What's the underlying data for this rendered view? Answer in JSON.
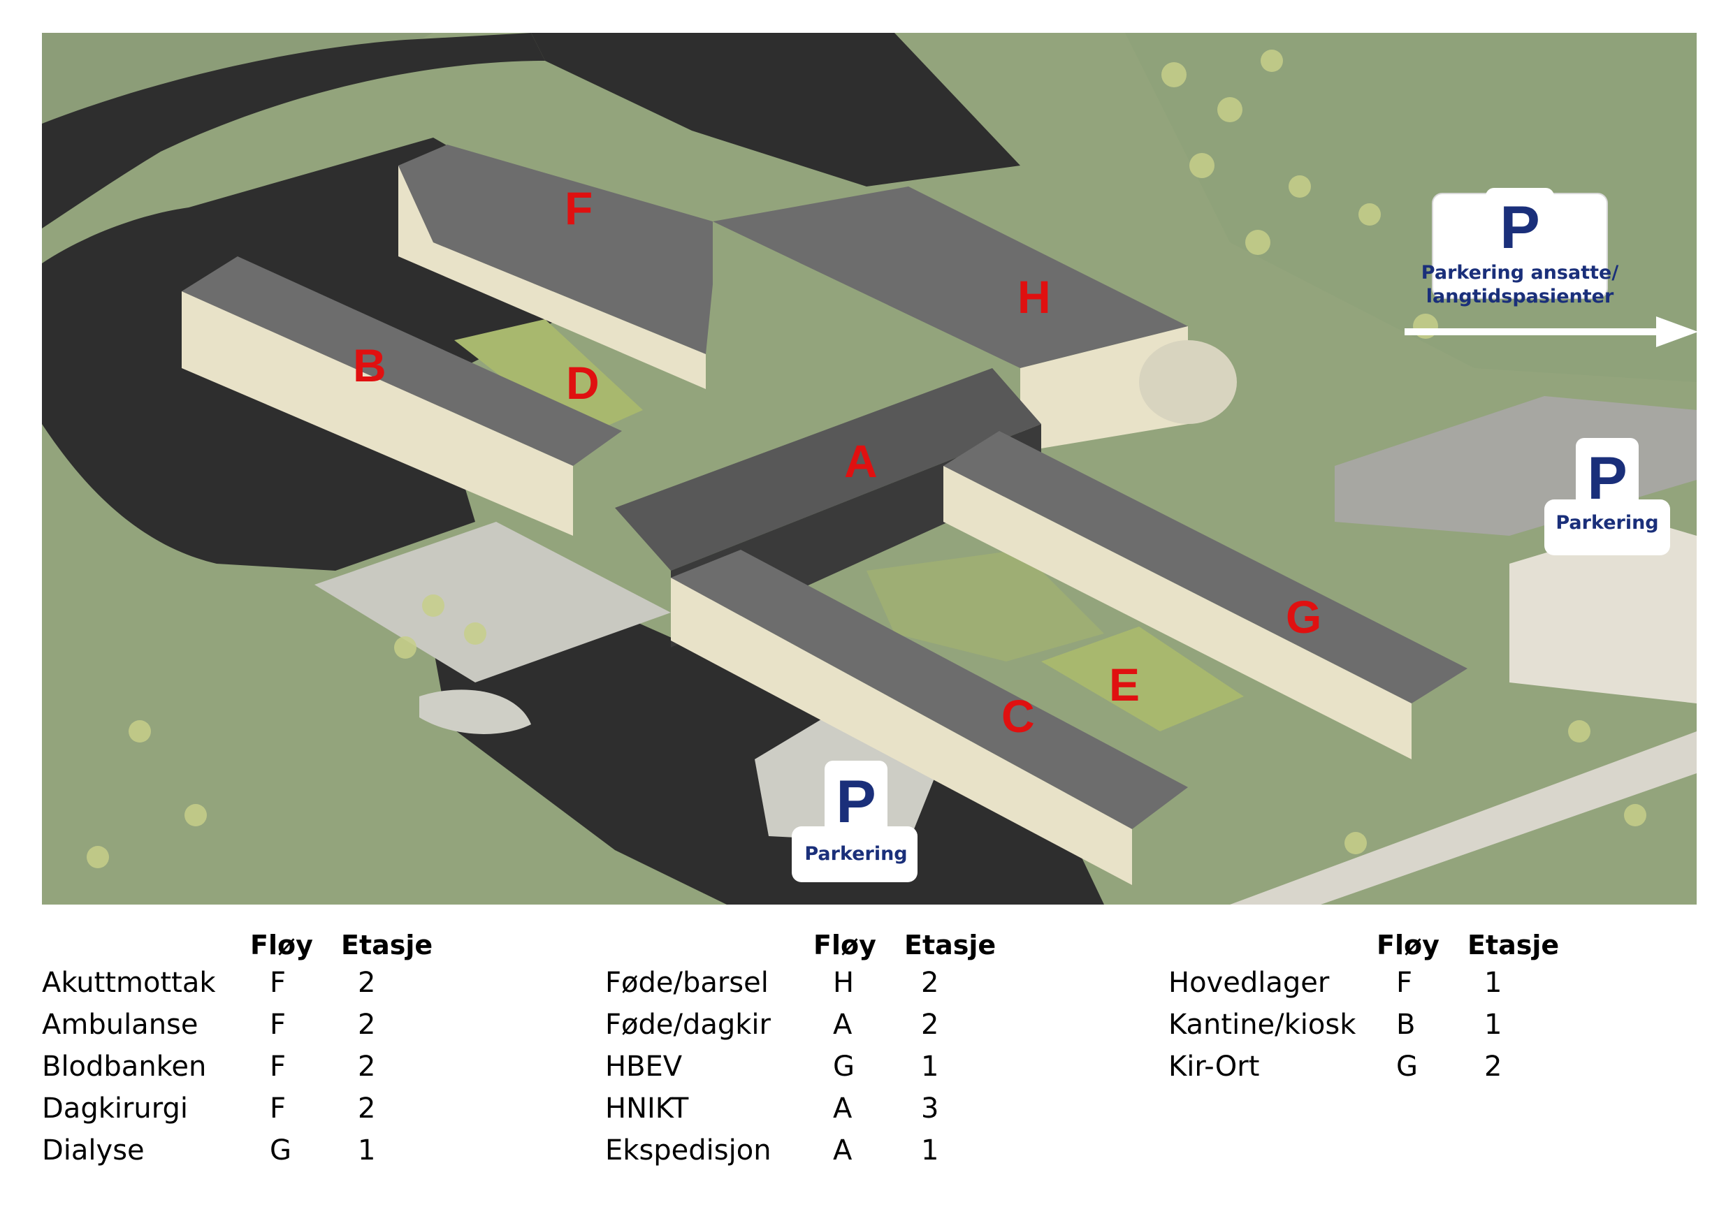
{
  "map": {
    "wings": [
      {
        "id": "F",
        "label": "F"
      },
      {
        "id": "H",
        "label": "H"
      },
      {
        "id": "B",
        "label": "B"
      },
      {
        "id": "D",
        "label": "D"
      },
      {
        "id": "A",
        "label": "A"
      },
      {
        "id": "G",
        "label": "G"
      },
      {
        "id": "E",
        "label": "E"
      },
      {
        "id": "C",
        "label": "C"
      }
    ],
    "parking_signs": [
      {
        "id": "staff",
        "symbol": "P",
        "line1": "Parkering ansatte/",
        "line2": "langtidspasienter"
      },
      {
        "id": "east",
        "symbol": "P",
        "line1": "Parkering"
      },
      {
        "id": "south",
        "symbol": "P",
        "line1": "Parkering"
      }
    ],
    "colors": {
      "grass": "#93a47c",
      "road": "#2e2e2e",
      "roof": "#6d6d6d",
      "wall": "#e8e2c8",
      "courtyard": "#a8b86e",
      "label": "#e01010",
      "parking": "#1a2f7a"
    }
  },
  "legend": {
    "col1": {
      "wing_header": "Fløy",
      "floor_header": "Etasje",
      "rows": [
        {
          "dept": "Akuttmottak",
          "wing": "F",
          "floor": "2"
        },
        {
          "dept": "Ambulanse",
          "wing": "F",
          "floor": "2"
        },
        {
          "dept": "Blodbanken",
          "wing": "F",
          "floor": "2"
        },
        {
          "dept": "Dagkirurgi",
          "wing": "F",
          "floor": "2"
        },
        {
          "dept": "Dialyse",
          "wing": "G",
          "floor": "1"
        }
      ]
    },
    "col2": {
      "wing_header": "Fløy",
      "floor_header": "Etasje",
      "rows": [
        {
          "dept": "Føde/barsel",
          "wing": "H",
          "floor": "2"
        },
        {
          "dept": "Føde/dagkir",
          "wing": "A",
          "floor": "2"
        },
        {
          "dept": "HBEV",
          "wing": "G",
          "floor": "1"
        },
        {
          "dept": "HNIKT",
          "wing": "A",
          "floor": "3"
        },
        {
          "dept": "Ekspedisjon",
          "wing": "A",
          "floor": "1"
        }
      ]
    },
    "col3": {
      "wing_header": "Fløy",
      "floor_header": "Etasje",
      "rows": [
        {
          "dept": "Hovedlager",
          "wing": "F",
          "floor": "1"
        },
        {
          "dept": "Kantine/kiosk",
          "wing": "B",
          "floor": "1"
        },
        {
          "dept": "Kir-Ort",
          "wing": "G",
          "floor": "2"
        }
      ]
    }
  }
}
